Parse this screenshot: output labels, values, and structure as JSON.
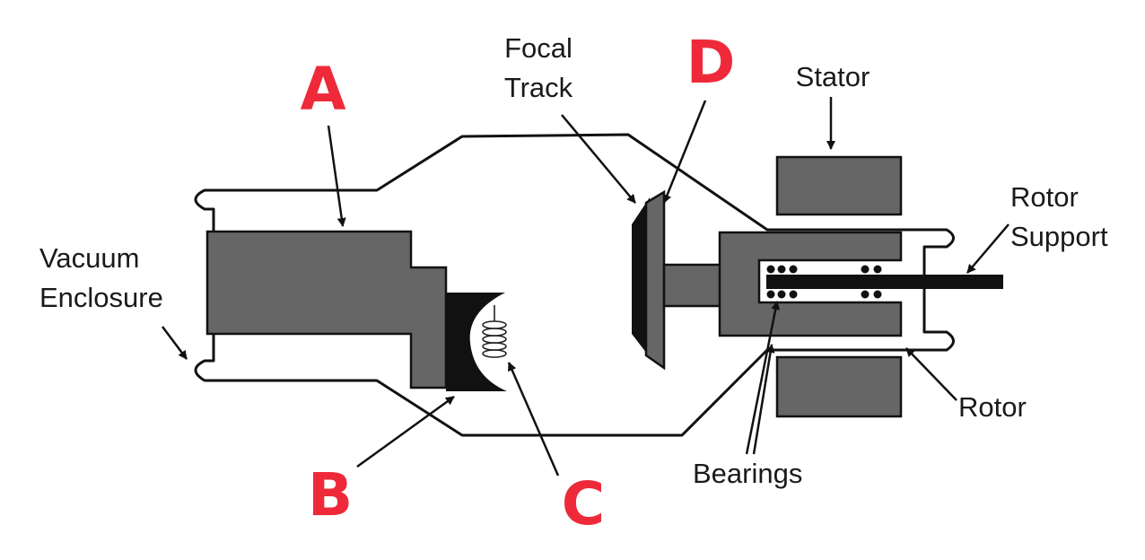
{
  "diagram": {
    "labels": {
      "focal_track": [
        "Focal",
        "Track"
      ],
      "stator": "Stator",
      "rotor_support": [
        "Rotor",
        "Support"
      ],
      "vacuum_enclosure": [
        "Vacuum",
        "Enclosure"
      ],
      "rotor": "Rotor",
      "bearings": "Bearings"
    },
    "letters": {
      "a": "A",
      "b": "B",
      "c": "C",
      "d": "D"
    },
    "colors": {
      "component_fill": "#666666",
      "outline": "#111111",
      "letter_color": "#ee2a3a"
    }
  }
}
